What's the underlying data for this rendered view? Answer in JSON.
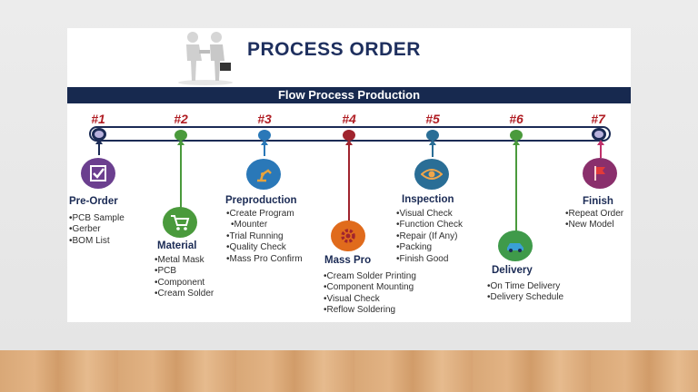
{
  "title": "PROCESS  ORDER",
  "banner": "Flow Process Production",
  "colors": {
    "navy": "#17294f",
    "step_red": "#b01e24",
    "purple": "#6b3f8f",
    "green": "#4a9a3c",
    "blue": "#2a78b8",
    "crimson": "#a0242e",
    "orange": "#e06b1c",
    "teal": "#2a6e96",
    "pink": "#c0306a"
  },
  "steps": [
    {
      "num": "#1",
      "label": "Pre-Order",
      "icon": "checkbox-icon",
      "items": [
        "PCB Sample",
        "Gerber",
        "BOM List"
      ]
    },
    {
      "num": "#2",
      "label": "Material",
      "icon": "cart-icon",
      "items": [
        "Metal Mask",
        "PCB",
        "Component",
        "Cream Solder"
      ]
    },
    {
      "num": "#3",
      "label": "Preproduction",
      "icon": "robot-arm-icon",
      "items": [
        "Create Program",
        "Mounter",
        "Trial Running",
        "Quality Check",
        "Mass Pro Confirm"
      ]
    },
    {
      "num": "#4",
      "label": "Mass Pro",
      "icon": "gear-icon",
      "items": [
        "Cream Solder Printing",
        "Component Mounting",
        "Visual Check",
        "Reflow Soldering"
      ]
    },
    {
      "num": "#5",
      "label": "Inspection",
      "icon": "eye-icon",
      "items": [
        "Visual Check",
        "Function Check",
        "Repair (If Any)",
        "Packing",
        "Finish Good"
      ]
    },
    {
      "num": "#6",
      "label": "Delivery",
      "icon": "car-icon",
      "items": [
        "On Time Delivery",
        "Delivery Schedule"
      ]
    },
    {
      "num": "#7",
      "label": "Finish",
      "icon": "flag-icon",
      "items": [
        "Repeat Order",
        "New Model"
      ]
    }
  ]
}
